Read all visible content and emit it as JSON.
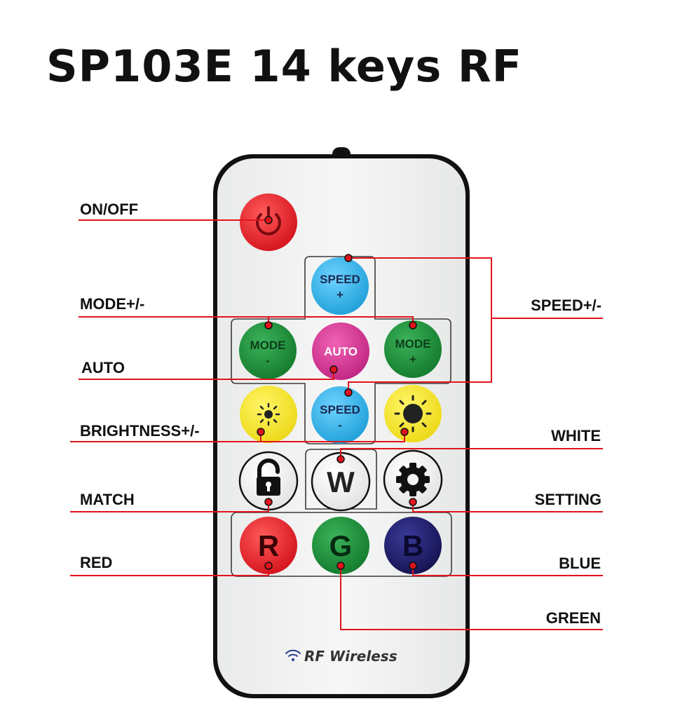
{
  "title": "SP103E 14 keys RF",
  "colors": {
    "leader": "#e0131c",
    "power": "#e8232b",
    "speed": "#38b6e8",
    "mode": "#1a8a35",
    "auto": "#d0348f",
    "brightness": "#f4e51f",
    "white_btn": "#f2f2f2",
    "red": "#e3212a",
    "green": "#1b8a36",
    "blue": "#1b1a66"
  },
  "buttons": {
    "speed_up": {
      "line1": "SPEED",
      "line2": "+"
    },
    "speed_down": {
      "line1": "SPEED",
      "line2": "-"
    },
    "mode_down": {
      "line1": "MODE",
      "line2": "-"
    },
    "mode_up": {
      "line1": "MODE",
      "line2": "+"
    },
    "auto": {
      "label": "AUTO"
    },
    "white": {
      "label": "W"
    },
    "red": {
      "label": "R"
    },
    "green": {
      "label": "G"
    },
    "blue": {
      "label": "B"
    }
  },
  "icons": {
    "power": "power-icon",
    "brightness_down": "sun-small-icon",
    "brightness_up": "sun-large-icon",
    "match": "padlock-icon",
    "setting": "gear-icon",
    "wireless": "wifi-icon"
  },
  "remote_caption": "RF Wireless",
  "callouts": {
    "on_off": "ON/OFF",
    "mode": "MODE+/-",
    "auto": "AUTO",
    "brightness": "BRIGHTNESS+/-",
    "match": "MATCH",
    "red": "RED",
    "speed": "SPEED+/-",
    "white": "WHITE",
    "setting": "SETTING",
    "blue": "BLUE",
    "green": "GREEN"
  }
}
